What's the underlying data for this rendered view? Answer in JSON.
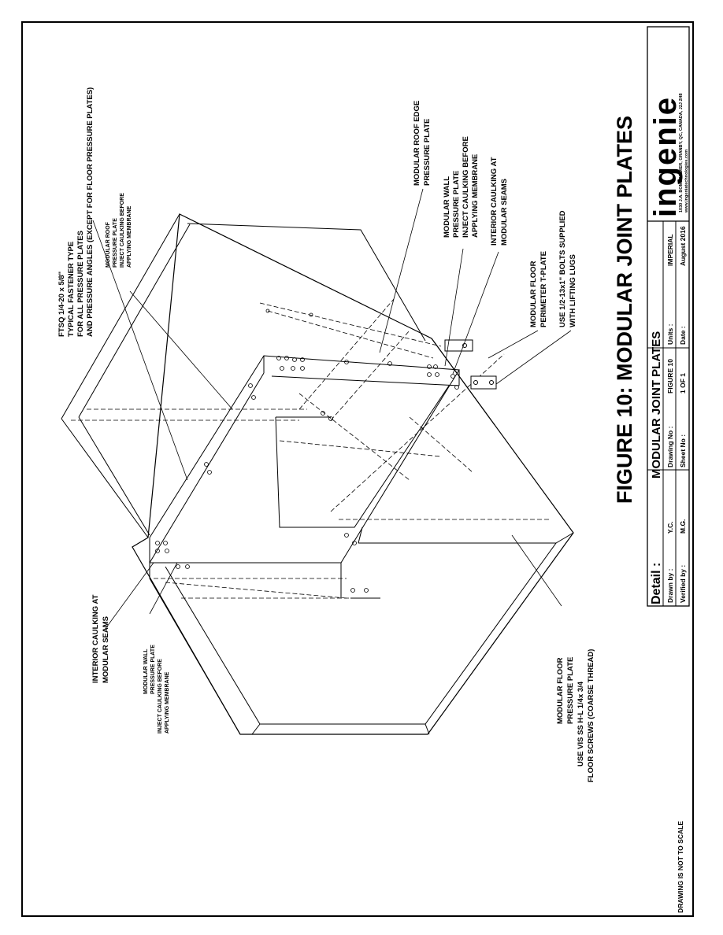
{
  "figure_title": "FIGURE 10: MODULAR JOINT PLATES",
  "scale_note": "DRAWING IS NOT TO SCALE",
  "callouts": {
    "fastener": [
      "FTSQ 1/4-20 x 5/8\"",
      "TYPICAL FASTENER TYPE",
      "FOR ALL PRESSURE PLATES",
      "AND PRESSURE ANGLES (EXCEPT FOR FLOOR PRESSURE PLATES)"
    ],
    "roof_plate": [
      "MODULAR ROOF",
      "PRESSURE PLATE",
      "INJECT CAULKING BEFORE",
      "APPLYING MEMBRANE"
    ],
    "roof_edge": [
      "MODULAR ROOF EDGE",
      "PRESSURE PLATE"
    ],
    "wall_plate_right": [
      "MODULAR WALL",
      "PRESSURE PLATE",
      "INJECT CAULKING BEFORE",
      "APPLYING MEMBRANE"
    ],
    "caulking_right": [
      "INTERIOR CAULKING AT",
      "MODULAR SEAMS"
    ],
    "floor_tplate": [
      "MODULAR FLOOR",
      "PERIMETER T-PLATE"
    ],
    "bolts": [
      "USE 1/2-13x1\" BOLTS SUPPLIED",
      "WITH LIFTING LUGS"
    ],
    "caulking_left": [
      "INTERIOR CAULKING AT",
      "MODULAR SEAMS"
    ],
    "wall_plate_left": [
      "MODULAR WALL",
      "PRESSURE PLATE",
      "INJECT CAULKING BEFORE",
      "APPLYING MEMBRANE"
    ],
    "floor_plate": [
      "MODULAR FLOOR",
      "PRESSURE PLATE",
      "USE VIS SS H-L 1/4x 3/4",
      "FLOOR SCREWS (COARSE THREAD)"
    ]
  },
  "title_block": {
    "detail_label": "Detail :",
    "detail_value": "MODULAR JOINT PLATES",
    "drawn_by_label": "Drawn by :",
    "drawn_by": "Y.C.",
    "verified_by_label": "Verified by :",
    "verified_by": "M.G.",
    "drawing_no_label": "Drawing No :",
    "drawing_no": "FIGURE 10",
    "sheet_no_label": "Sheet No :",
    "sheet_no": "1 OF 1",
    "units_label": "Units :",
    "units": "IMPERIAL",
    "date_label": "Date :",
    "date": "August 2016"
  },
  "logo": {
    "brand": "ingenie",
    "address": "1030 J.A. BOMBARDIER, GRANBY, QC, CANADA, J2J 2H8",
    "website": "www.ingeniatechnologies.com"
  }
}
